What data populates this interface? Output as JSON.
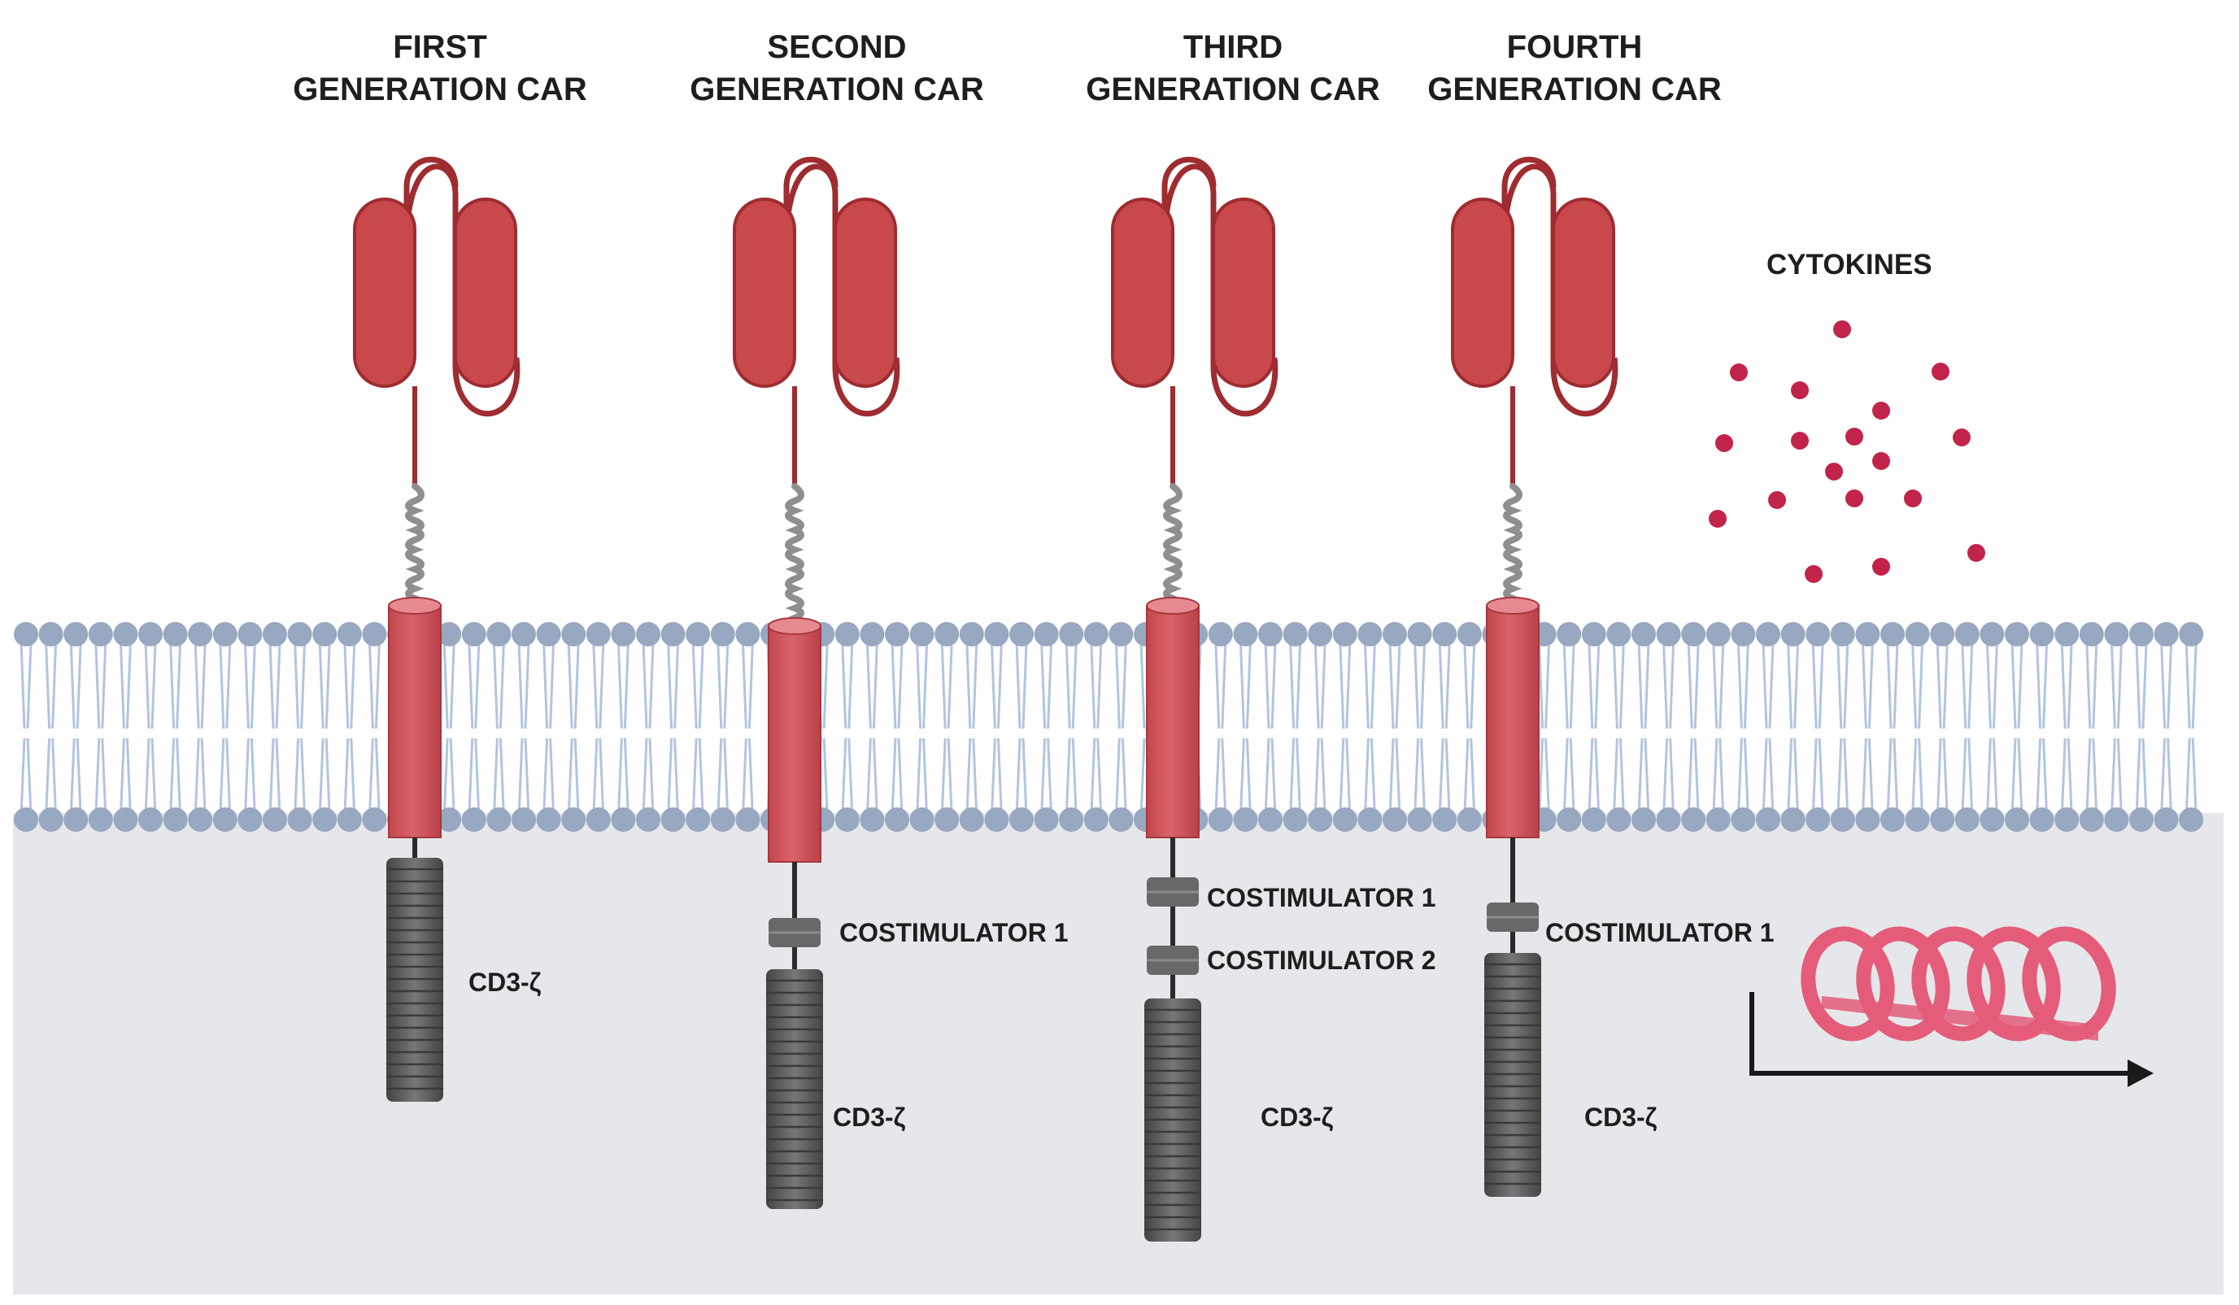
{
  "diagram": {
    "colors": {
      "scfv": "#c8484b",
      "scfv_edge": "#9e2c30",
      "hinge": "#8f8f8f",
      "transmembrane": "#d9636a",
      "cd3z": "#5f5f5f",
      "costim": "#686868",
      "lipid_head": "#97a8c0",
      "lipid_tail": "#b3c4de",
      "cytoplasm": "#e5e7ea",
      "cytokine": "#c2234a",
      "cytokine_helix": "#e45c7a",
      "arrow": "#1a1a1a"
    },
    "constructs": [
      {
        "title_line1": "FIRST",
        "title_line2": "GENERATION CAR",
        "costimulators": [],
        "signaling_label": "CD3-ζ"
      },
      {
        "title_line1": "SECOND",
        "title_line2": "GENERATION CAR",
        "costimulators": [
          "COSTIMULATOR 1"
        ],
        "signaling_label": "CD3-ζ"
      },
      {
        "title_line1": "THIRD",
        "title_line2": "GENERATION CAR",
        "costimulators": [
          "COSTIMULATOR 1",
          "COSTIMULATOR 2"
        ],
        "signaling_label": "CD3-ζ"
      },
      {
        "title_line1": "FOURTH",
        "title_line2": "GENERATION CAR",
        "costimulators": [
          "COSTIMULATOR 1"
        ],
        "signaling_label": "CD3-ζ"
      }
    ],
    "cytokines_label": "CYTOKINES",
    "icons": {
      "cytokine": "cytokine-dot-icon",
      "expression": "gene-expression-helix-icon",
      "arrow": "expression-arrow-icon"
    }
  }
}
